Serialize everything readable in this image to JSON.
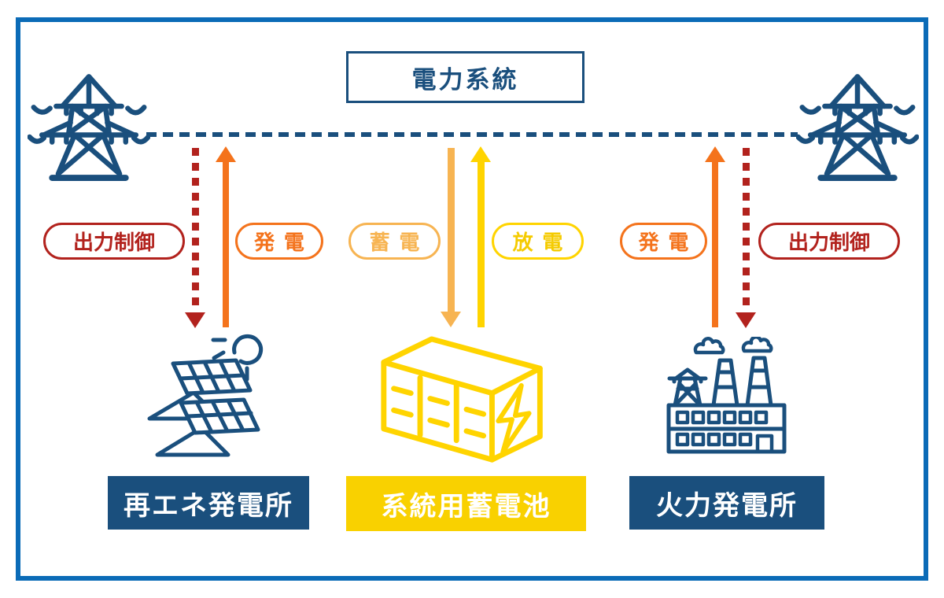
{
  "diagram": {
    "title": "電力系統",
    "colors": {
      "frame_blue": "#0B6BB7",
      "navy": "#1A4F7D",
      "generation_orange": "#F4731C",
      "curtailment_red": "#B2221D",
      "charge_amber": "#F7B452",
      "discharge_yellow": "#FFD400",
      "battery_label_bg": "#F9D100"
    },
    "grid": {
      "left_icon": "transmission-tower-icon",
      "right_icon": "transmission-tower-icon",
      "line_style": "dashed"
    },
    "flows": [
      {
        "label": "出力制御",
        "direction": "down",
        "line_style": "dashed",
        "color": "#B2221D"
      },
      {
        "label": "発電",
        "direction": "up",
        "line_style": "solid",
        "color": "#F4731C"
      },
      {
        "label": "蓄電",
        "direction": "down",
        "line_style": "solid",
        "color": "#F7B452"
      },
      {
        "label": "放電",
        "direction": "up",
        "line_style": "solid",
        "color": "#FFD400"
      },
      {
        "label": "発電",
        "direction": "up",
        "line_style": "solid",
        "color": "#F4731C"
      },
      {
        "label": "出力制御",
        "direction": "down",
        "line_style": "dashed",
        "color": "#B2221D"
      }
    ],
    "facilities": [
      {
        "label": "再エネ発電所",
        "icon": "solar-panel-icon",
        "label_bg": "#1A4F7D"
      },
      {
        "label": "系統用蓄電池",
        "icon": "battery-container-icon",
        "label_bg": "#F9D100"
      },
      {
        "label": "火力発電所",
        "icon": "factory-icon",
        "label_bg": "#1A4F7D"
      }
    ]
  }
}
